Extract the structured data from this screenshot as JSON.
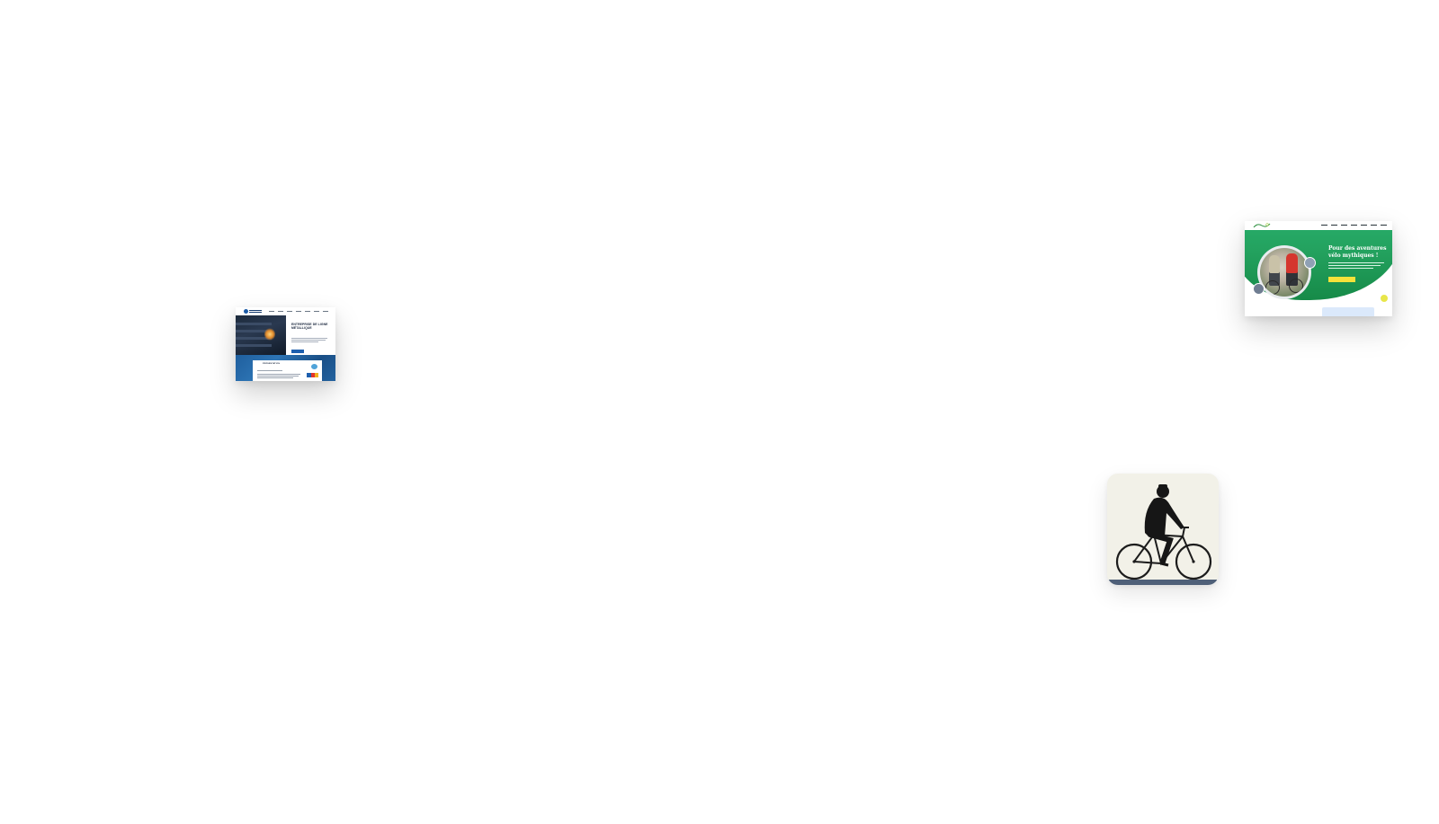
{
  "cards": {
    "metallurgy": {
      "hero_title": "ENTREPRISE DE LIGNE MÉTALLIQUE",
      "section_title": "PRÉSENTATION",
      "primary_button": "",
      "secondary_button": ""
    },
    "cycling": {
      "logo_text": "",
      "hero_title": "Pour des aventures vélo mythiques !",
      "cta_label": ""
    },
    "illustration": {
      "subject": "cyclist-illustration"
    }
  },
  "colors": {
    "metal_blue": "#1d5fae",
    "cycle_green": "#23a15e",
    "cycle_cta_yellow": "#f5e23a",
    "illustration_bg": "#f2f1e8"
  }
}
